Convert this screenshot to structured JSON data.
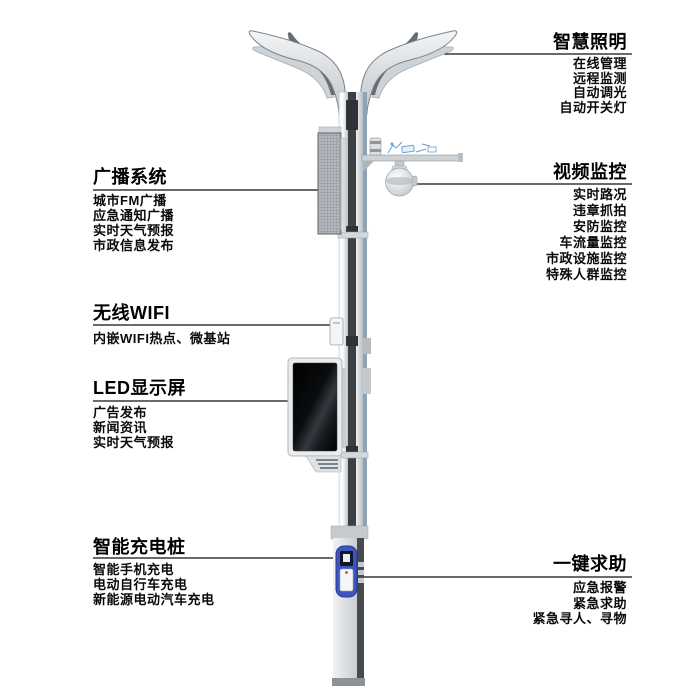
{
  "diagram": {
    "subject": "smart-street-light-pole",
    "colors": {
      "leader_line": "#111111",
      "panel_blue": "#3c55c0",
      "sketch_blue": "#6b9fd6",
      "pole_gray": "#cdd1d5",
      "screen_black": "#0a0c0e"
    }
  },
  "sections": [
    {
      "id": "smart-lighting",
      "side": "right",
      "heading": "智慧照明",
      "items": [
        "在线管理",
        "远程监测",
        "自动调光",
        "自动开关灯"
      ]
    },
    {
      "id": "broadcast",
      "side": "left",
      "heading": "广播系统",
      "items": [
        "城市FM广播",
        "应急通知广播",
        "实时天气预报",
        "市政信息发布"
      ]
    },
    {
      "id": "video-monitor",
      "side": "right",
      "heading": "视频监控",
      "items": [
        "实时路况",
        "违章抓拍",
        "安防监控",
        "车流量监控",
        "市政设施监控",
        "特殊人群监控"
      ]
    },
    {
      "id": "wifi",
      "side": "left",
      "heading": "无线WIFI",
      "items": [
        "内嵌WIFI热点、微基站"
      ]
    },
    {
      "id": "led-screen",
      "side": "left",
      "heading": "LED显示屏",
      "items": [
        "广告发布",
        "新闻资讯",
        "实时天气预报"
      ]
    },
    {
      "id": "charging",
      "side": "left",
      "heading": "智能充电桩",
      "items": [
        "智能手机充电",
        "电动自行车充电",
        "新能源电动汽车充电"
      ]
    },
    {
      "id": "help",
      "side": "right",
      "heading": "一键求助",
      "items": [
        "应急报警",
        "紧急求助",
        "紧急寻人、寻物"
      ]
    }
  ]
}
